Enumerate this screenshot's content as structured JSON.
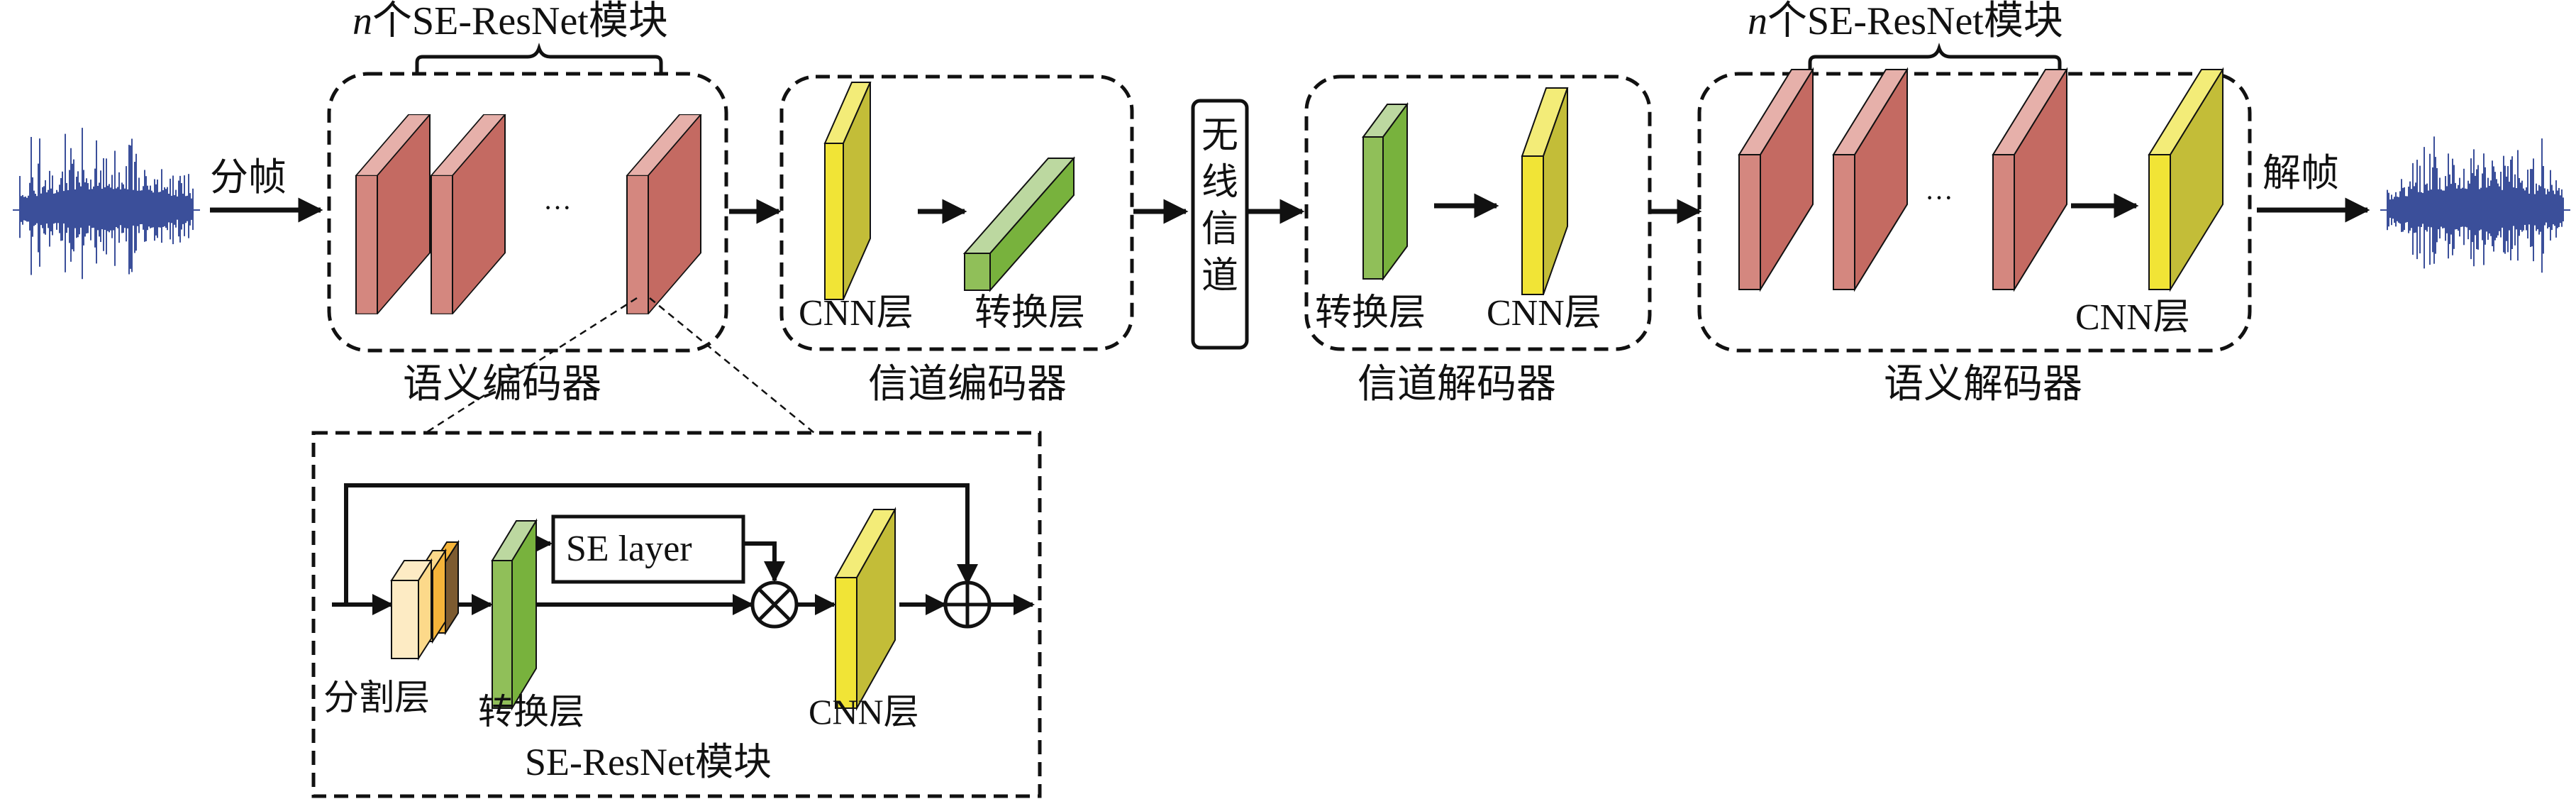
{
  "figure": {
    "input_signal": {
      "icon": "waveform-icon",
      "color": "#3b4f9a"
    },
    "output_signal": {
      "icon": "waveform-icon",
      "color": "#3b4f9a"
    },
    "framing_label": "分帧",
    "deframing_label": "解帧",
    "semantic_encoder": {
      "title": "语义编码器",
      "brace_label_n": "n",
      "brace_label_rest": "个SE-ResNet模块",
      "ellipsis": "···"
    },
    "channel_encoder": {
      "title": "信道编码器",
      "cnn_label": "CNN层",
      "transform_label": "转换层"
    },
    "wireless_channel": {
      "chars": [
        "无",
        "线",
        "信",
        "道"
      ]
    },
    "channel_decoder": {
      "title": "信道解码器",
      "transform_label": "转换层",
      "cnn_label": "CNN层"
    },
    "semantic_decoder": {
      "title": "语义解码器",
      "brace_label_n": "n",
      "brace_label_rest": "个SE-ResNet模块",
      "ellipsis": "···",
      "cnn_label": "CNN层"
    },
    "se_resnet_inset": {
      "title": "SE-ResNet模块",
      "se_layer_label": "SE layer",
      "split_label": "分割层",
      "transform_label": "转换层",
      "cnn_label": "CNN层",
      "multiply_symbol": "⊗",
      "add_symbol": "⊕"
    },
    "colors": {
      "resnet_front": "#d4877f",
      "resnet_side": "#c46a62",
      "resnet_top": "#e6b0aa",
      "cnn_front": "#f1e436",
      "cnn_side": "#c3bd38",
      "cnn_top": "#f3ec78",
      "transform_front": "#90bf59",
      "transform_side": "#78b23d",
      "transform_top": "#bcd8a0",
      "split_front": "#fdebc4",
      "split_mid": "#fcd98a",
      "split_back": "#f5b43a",
      "split_side": "#7d5b30",
      "stroke": "#111111"
    }
  }
}
